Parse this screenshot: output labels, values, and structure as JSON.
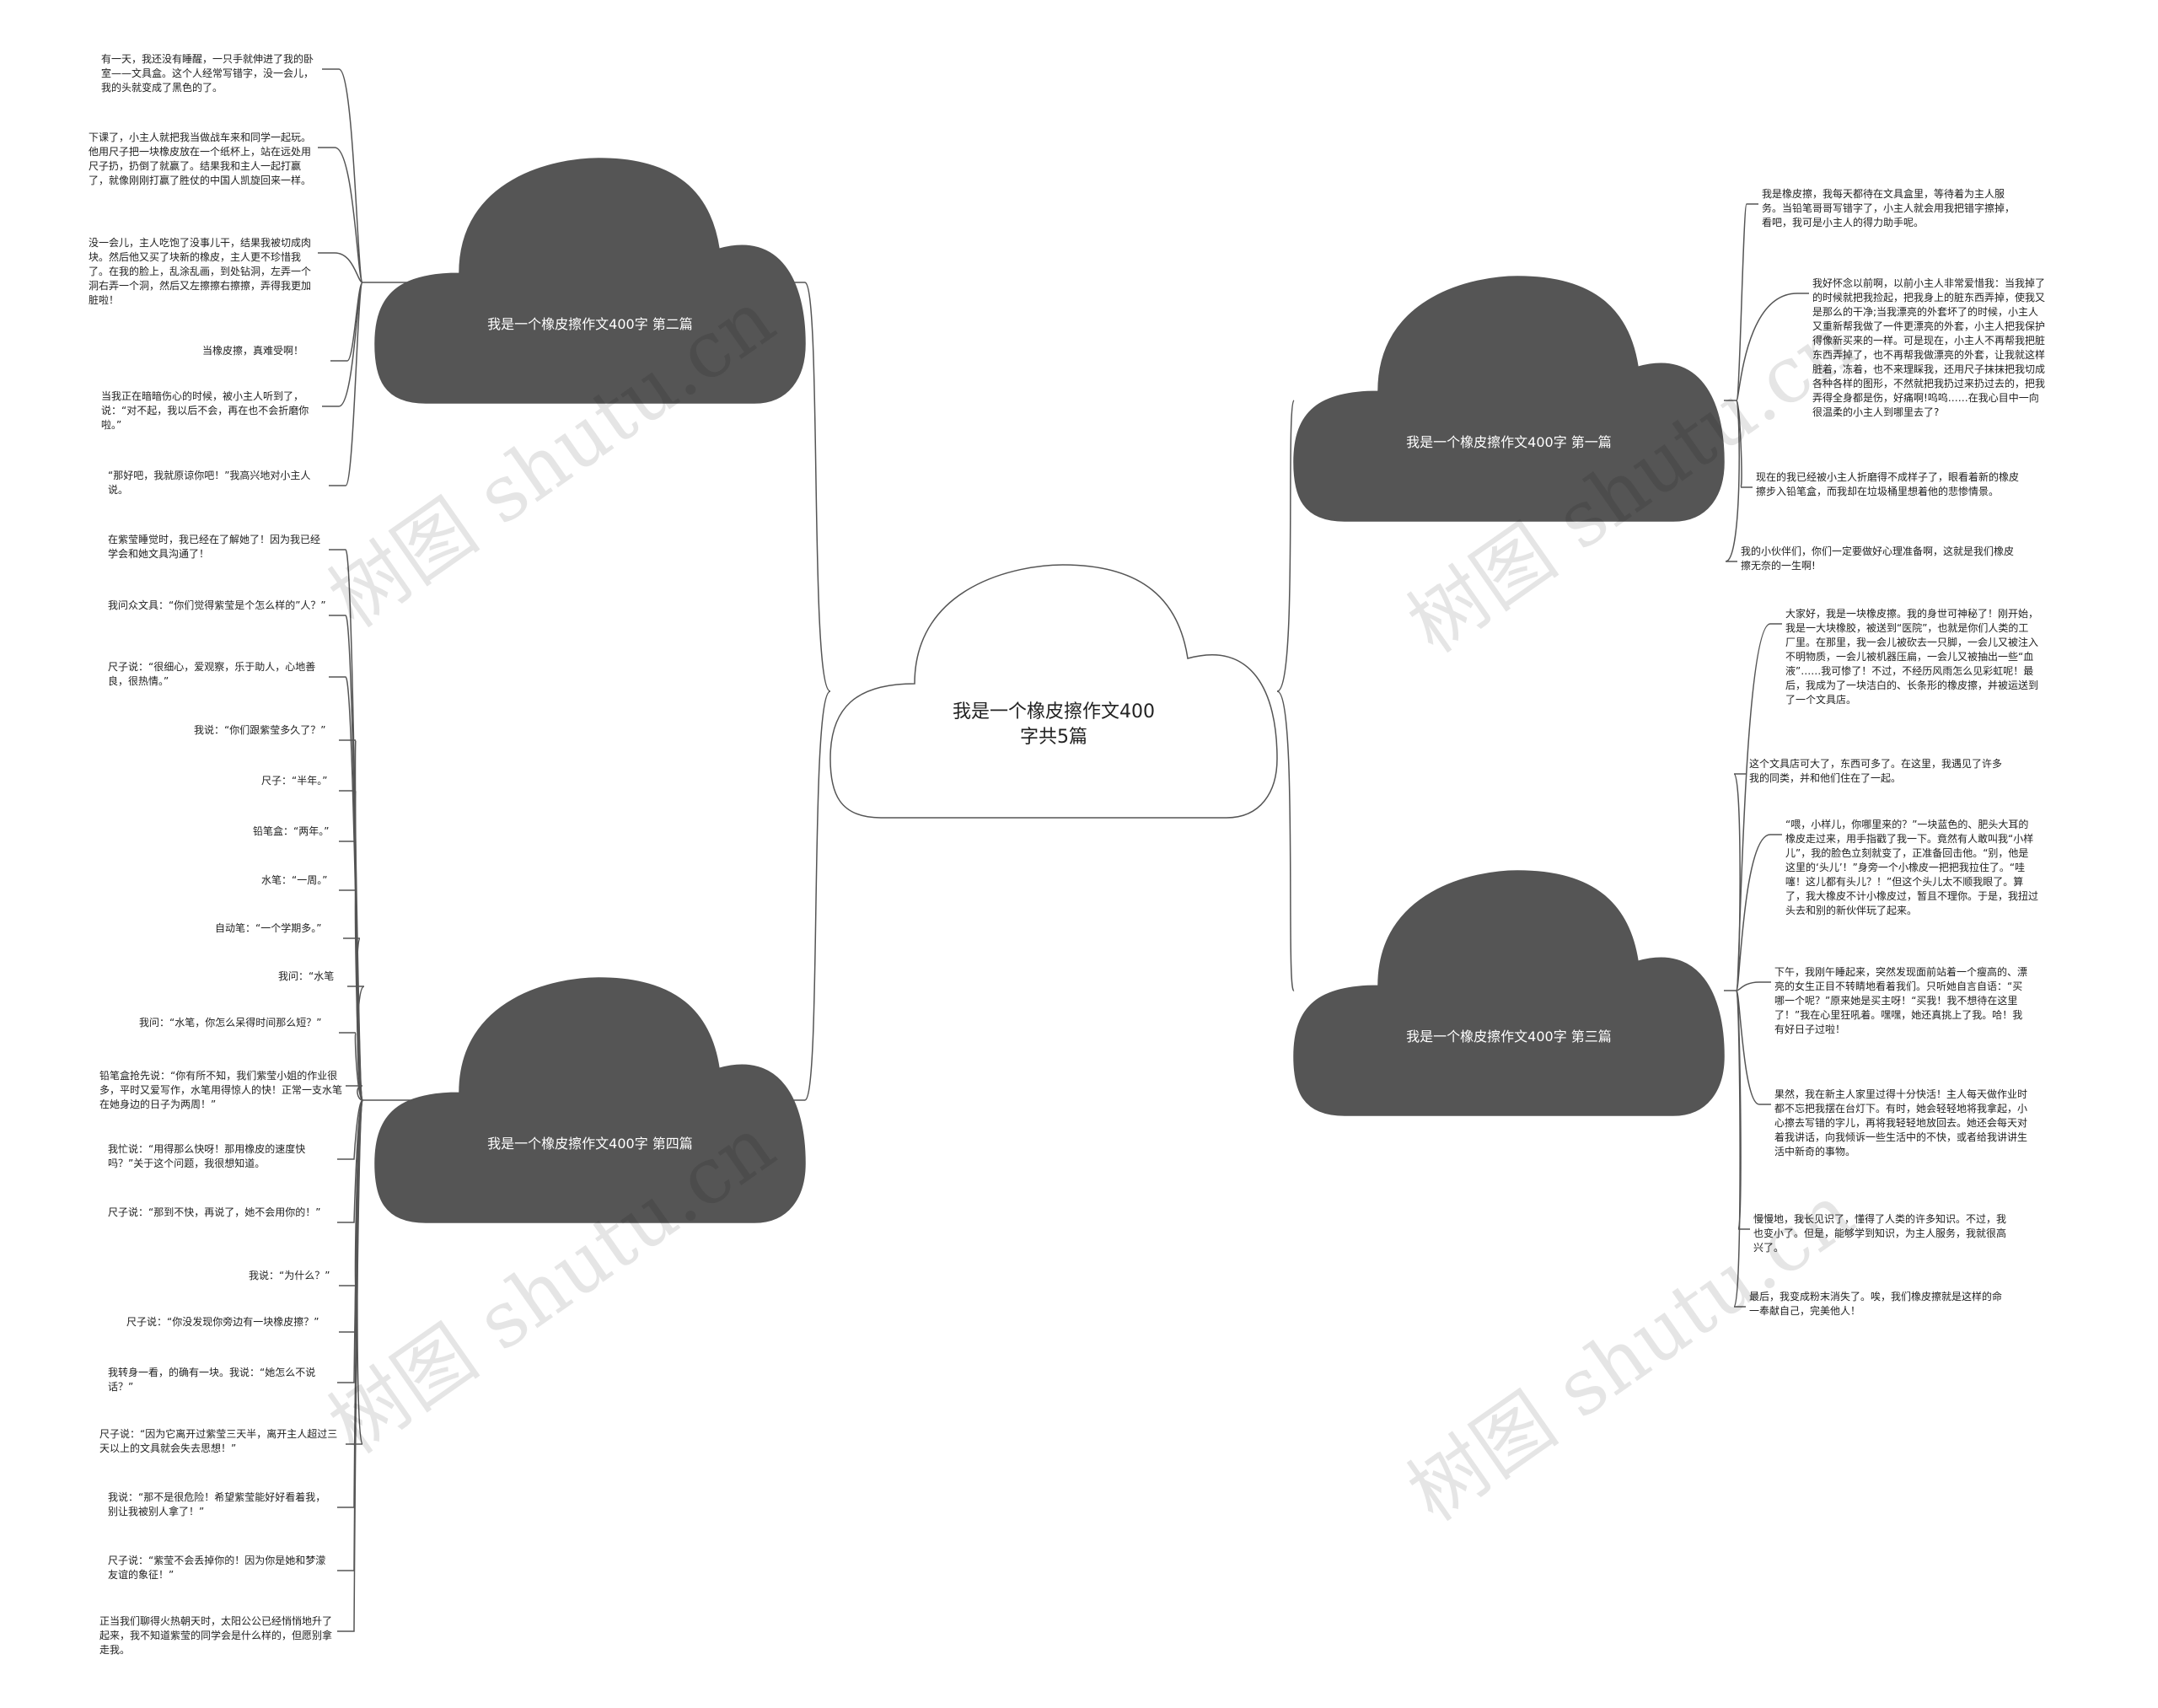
{
  "center": {
    "title": "我是一个橡皮擦作文400字共5篇"
  },
  "branches": {
    "b2": {
      "label": "我是一个橡皮擦作文400字 第二篇"
    },
    "b4": {
      "label": "我是一个橡皮擦作文400字 第四篇"
    },
    "b1": {
      "label": "我是一个橡皮擦作文400字 第一篇"
    },
    "b3": {
      "label": "我是一个橡皮擦作文400字 第三篇"
    }
  },
  "leaves_left": [
    "有一天，我还没有睡醒，一只手就伸进了我的卧室——文具盒。这个人经常写错字，没一会儿，我的头就变成了黑色的了。",
    "下课了，小主人就把我当做战车来和同学一起玩。他用尺子把一块橡皮放在一个纸杯上，站在远处用尺子扔，扔倒了就赢了。结果我和主人一起打赢了，就像刚刚打赢了胜仗的中国人凯旋回来一样。",
    "没一会儿，主人吃饱了没事儿干，结果我被切成肉块。然后他又买了块新的橡皮，主人更不珍惜我了。在我的脸上，乱涂乱画，到处钻洞，左弄一个洞右弄一个洞，然后又左擦擦右擦擦，弄得我更加脏啦！",
    "当橡皮擦，真难受啊！",
    "当我正在暗暗伤心的时候，被小主人听到了，说：“对不起，我以后不会，再在也不会折磨你啦。”",
    "“那好吧，我就原谅你吧！”我高兴地对小主人说。",
    "在紫莹睡觉时，我已经在了解她了！因为我已经学会和她文具沟通了！",
    "我问众文具：“你们觉得紫莹是个怎么样的”人？”",
    "尺子说：“很细心，爱观察，乐于助人，心地善良，很热情。”",
    "我说：“你们跟紫莹多久了？”",
    "尺子：“半年。”",
    "铅笔盒：“两年。”",
    "水笔：“一周。”",
    "自动笔：“一个学期多。”",
    "我问：“水笔",
    "我问：“水笔，你怎么呆得时间那么短？”",
    "铅笔盒抢先说：“你有所不知，我们紫莹小姐的作业很多，平时又爱写作，水笔用得惊人的快！正常一支水笔在她身边的日子为两周！”",
    "我忙说：“用得那么快呀！那用橡皮的速度快吗？”关于这个问题，我很想知道。",
    "尺子说：“那到不快，再说了，她不会用你的！”",
    "我说：“为什么？”",
    "尺子说：“你没发现你旁边有一块橡皮擦？”",
    "我转身一看，的确有一块。我说：“她怎么不说话？”",
    "尺子说：“因为它离开过紫莹三天半，离开主人超过三天以上的文具就会失去思想！”",
    "我说：“那不是很危险！希望紫莹能好好看着我，别让我被别人拿了！”",
    "尺子说：“紫莹不会丢掉你的！因为你是她和梦濛友谊的象征！”",
    "正当我们聊得火热朝天时，太阳公公已经悄悄地升了起来，我不知道紫莹的同学会是什么样的，但愿别拿走我。"
  ],
  "leaves_right": [
    "我是橡皮擦，我每天都待在文具盒里，等待着为主人服务。当铅笔哥哥写错字了，小主人就会用我把错字擦掉，看吧，我可是小主人的得力助手呢。",
    "我好怀念以前啊，以前小主人非常爱惜我：当我掉了的时候就把我捡起，把我身上的脏东西弄掉，使我又是那么的干净;当我漂亮的外套坏了的时候，小主人又重新帮我做了一件更漂亮的外套，小主人把我保护得像新买来的一样。可是现在，小主人不再帮我把脏东西弄掉了，也不再帮我做漂亮的外套，让我就这样脏着，冻着，也不来理睬我，还用尺子抹抹把我切成各种各样的图形，不然就把我扔过来扔过去的，把我弄得全身都是伤，好痛啊!呜呜……在我心目中一向很温柔的小主人到哪里去了?",
    "现在的我已经被小主人折磨得不成样子了，眼看着新的橡皮擦步入铅笔盒，而我却在垃圾桶里想着他的悲惨情景。",
    "我的小伙伴们，你们一定要做好心理准备啊，这就是我们橡皮擦无奈的一生啊!",
    "大家好，我是一块橡皮擦。我的身世可神秘了！刚开始，我是一大块橡胶，被送到“医院”，也就是你们人类的工厂里。在那里，我一会儿被砍去一只脚，一会儿又被注入不明物质，一会儿被机器压扁，一会儿又被抽出一些“血液”……我可惨了！不过，不经历风雨怎么见彩虹呢！最后，我成为了一块洁白的、长条形的橡皮擦，并被运送到了一个文具店。",
    "这个文具店可大了，东西可多了。在这里，我遇见了许多我的同类，并和他们住在了一起。",
    "“喂，小样儿，你哪里来的？”一块蓝色的、肥头大耳的橡皮走过来，用手指戳了我一下。竟然有人敢叫我“小样儿”，我的脸色立刻就变了，正准备回击他。“别，他是这里的‘头儿’！”身旁一个小橡皮一把把我拉住了。“哇噻！这儿都有头儿？！”但这个头儿太不顺我眼了。算了，我大橡皮不计小橡皮过，暂且不理你。于是，我扭过头去和别的新伙伴玩了起来。",
    "下午，我刚午睡起来，突然发现面前站着一个瘦高的、漂亮的女生正目不转睛地看着我们。只听她自言自语：“买哪一个呢？”原来她是买主呀！“买我！我不想待在这里了！”我在心里狂吼着。嘿嘿，她还真挑上了我。哈！我有好日子过啦！",
    "果然，我在新主人家里过得十分快活！主人每天做作业时都不忘把我摆在台灯下。有时，她会轻轻地将我拿起，小心擦去写错的字儿，再将我轻轻地放回去。她还会每天对着我讲话，向我倾诉一些生活中的不快，或者给我讲讲生活中新奇的事物。",
    "慢慢地，我长见识了，懂得了人类的许多知识。不过，我也变小了。但是，能够学到知识，为主人服务，我就很高兴了。",
    "最后，我变成粉末消失了。唉，我们橡皮擦就是这样的命一奉献自己，完美他人！"
  ],
  "watermark": "树图 shutu.cn",
  "colors": {
    "cloud_fill": "#555555",
    "center_fill": "#ffffff",
    "line": "#555555"
  }
}
